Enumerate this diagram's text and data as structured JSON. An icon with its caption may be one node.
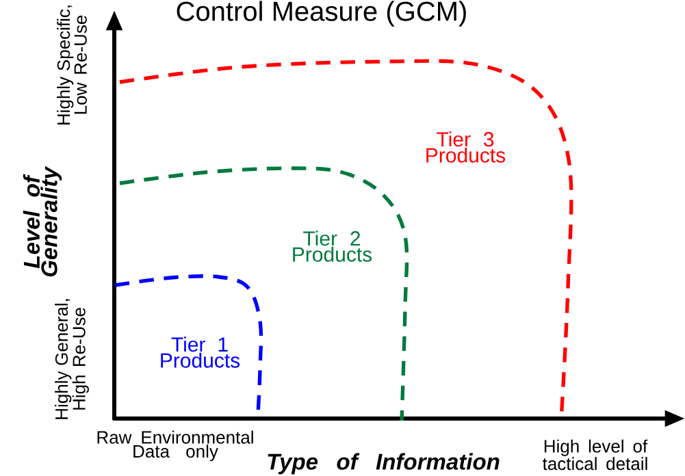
{
  "diagram": {
    "title": "Control Measure (GCM)",
    "labels": [
      "Highly Specific, Low Re-Use",
      "Level of Generality",
      "Tier 3 Products",
      "Tier 2 Products",
      "Tier 1 Products",
      "Highly General, High Re-Use",
      "Raw Environmental Data only",
      "Type of Information",
      "High level of tactical detail"
    ]
  }
}
